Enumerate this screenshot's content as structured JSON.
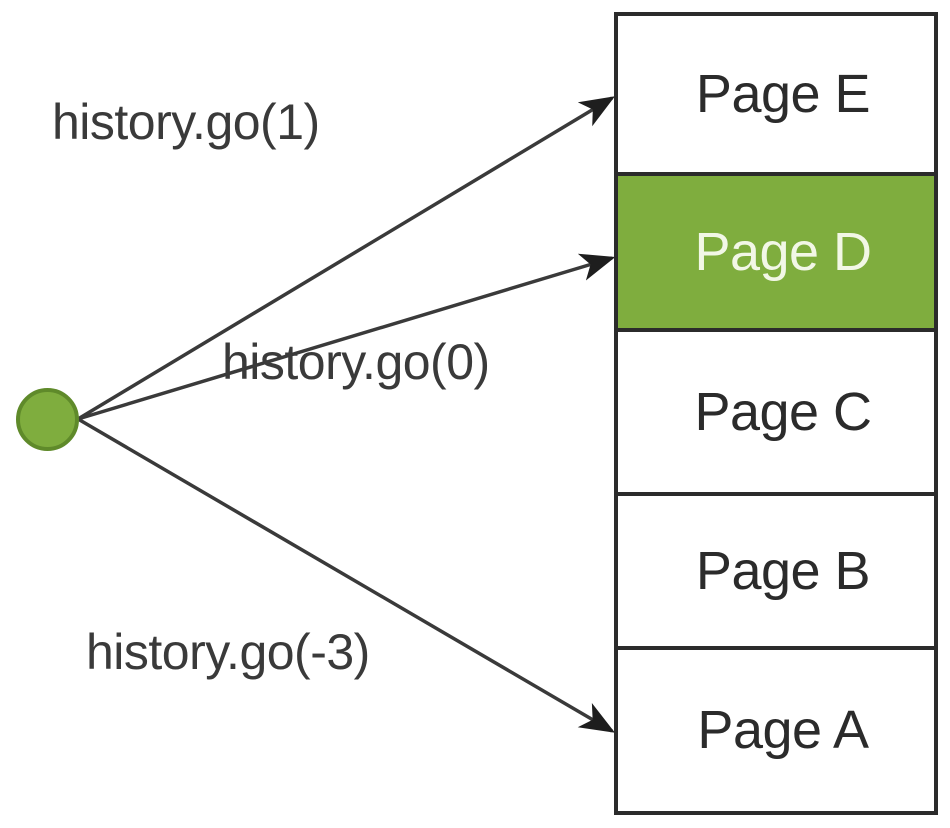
{
  "diagram": {
    "title": "history.go() navigation diagram",
    "colors": {
      "highlight_green": "#7FAD3E",
      "node_border_green": "#5F8A2A",
      "stroke": "#2B2B2B",
      "text": "#3A3A3A",
      "highlight_text": "#F2F7E6",
      "background": "#FFFFFF"
    },
    "source_node": {
      "name": "current-position-node",
      "shape": "circle",
      "fill": "#7FAD3E"
    },
    "stack": {
      "name": "history-stack",
      "rows": [
        {
          "label": "Page E",
          "current": false
        },
        {
          "label": "Page D",
          "current": true
        },
        {
          "label": "Page C",
          "current": false
        },
        {
          "label": "Page B",
          "current": false
        },
        {
          "label": "Page A",
          "current": false
        }
      ]
    },
    "edges": [
      {
        "label": "history.go(1)",
        "target": "Page E",
        "delta": 1
      },
      {
        "label": "history.go(0)",
        "target": "Page D",
        "delta": 0
      },
      {
        "label": "history.go(-3)",
        "target": "Page A",
        "delta": -3
      }
    ]
  }
}
